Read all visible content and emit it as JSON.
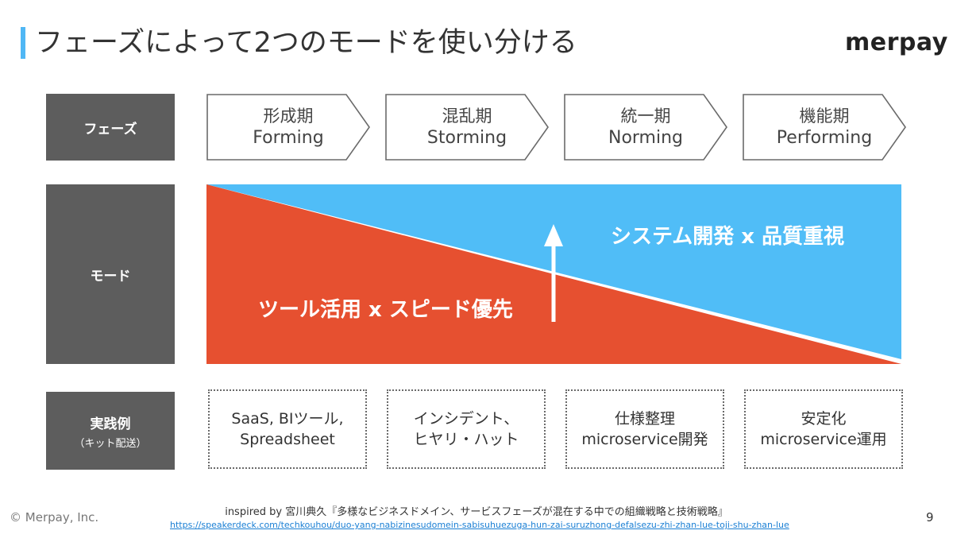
{
  "header": {
    "title": "フェーズによって2つのモードを使い分ける",
    "logo": "merpay"
  },
  "row_labels": {
    "phase": "フェーズ",
    "mode": "モード",
    "practice_main": "実践例",
    "practice_sub": "（キット配送）"
  },
  "phases": [
    {
      "jp": "形成期",
      "en": "Forming"
    },
    {
      "jp": "混乱期",
      "en": "Storming"
    },
    {
      "jp": "統一期",
      "en": "Norming"
    },
    {
      "jp": "機能期",
      "en": "Performing"
    }
  ],
  "modes": {
    "upper": "システム開発 x 品質重視",
    "lower": "ツール活用 x スピード優先",
    "upper_color": "#50bdf7",
    "lower_color": "#e65030"
  },
  "practices": [
    {
      "line1": "SaaS, BIツール,",
      "line2": "Spreadsheet"
    },
    {
      "line1": "インシデント、",
      "line2": "ヒヤリ・ハット"
    },
    {
      "line1": "仕様整理",
      "line2": "microservice開発"
    },
    {
      "line1": "安定化",
      "line2": "microservice運用"
    }
  ],
  "footer": {
    "copyright": "© Merpay, Inc.",
    "inspired": "inspired by 宮川典久『多様なビジネスドメイン、サービスフェーズが混在する中での組織戦略と技術戦略』",
    "url": "https://speakerdeck.com/techkouhou/duo-yang-nabizinesudomein-sabisuhuezuga-hun-zai-suruzhong-defalsezu-zhi-zhan-lue-toji-shu-zhan-lue",
    "page_number": "9"
  }
}
